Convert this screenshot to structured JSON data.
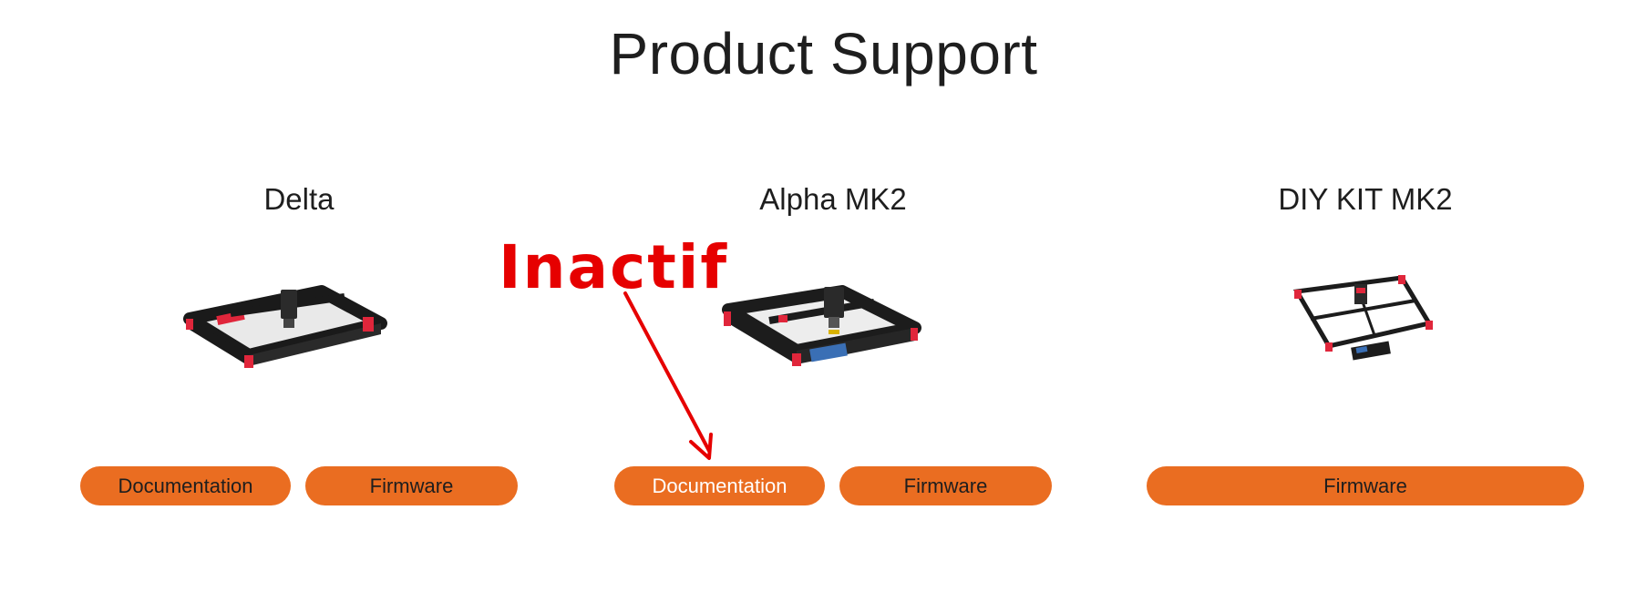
{
  "page": {
    "title": "Product Support"
  },
  "products": [
    {
      "name": "Delta",
      "buttons": [
        "Documentation",
        "Firmware"
      ]
    },
    {
      "name": "Alpha MK2",
      "buttons": [
        "Documentation",
        "Firmware"
      ]
    },
    {
      "name": "DIY KIT MK2",
      "buttons": [
        "Firmware"
      ]
    }
  ],
  "annotation": {
    "label": "Inactif",
    "color": "#e60000"
  },
  "colors": {
    "button_bg": "#ea6d21",
    "text": "#1e1e1e"
  }
}
